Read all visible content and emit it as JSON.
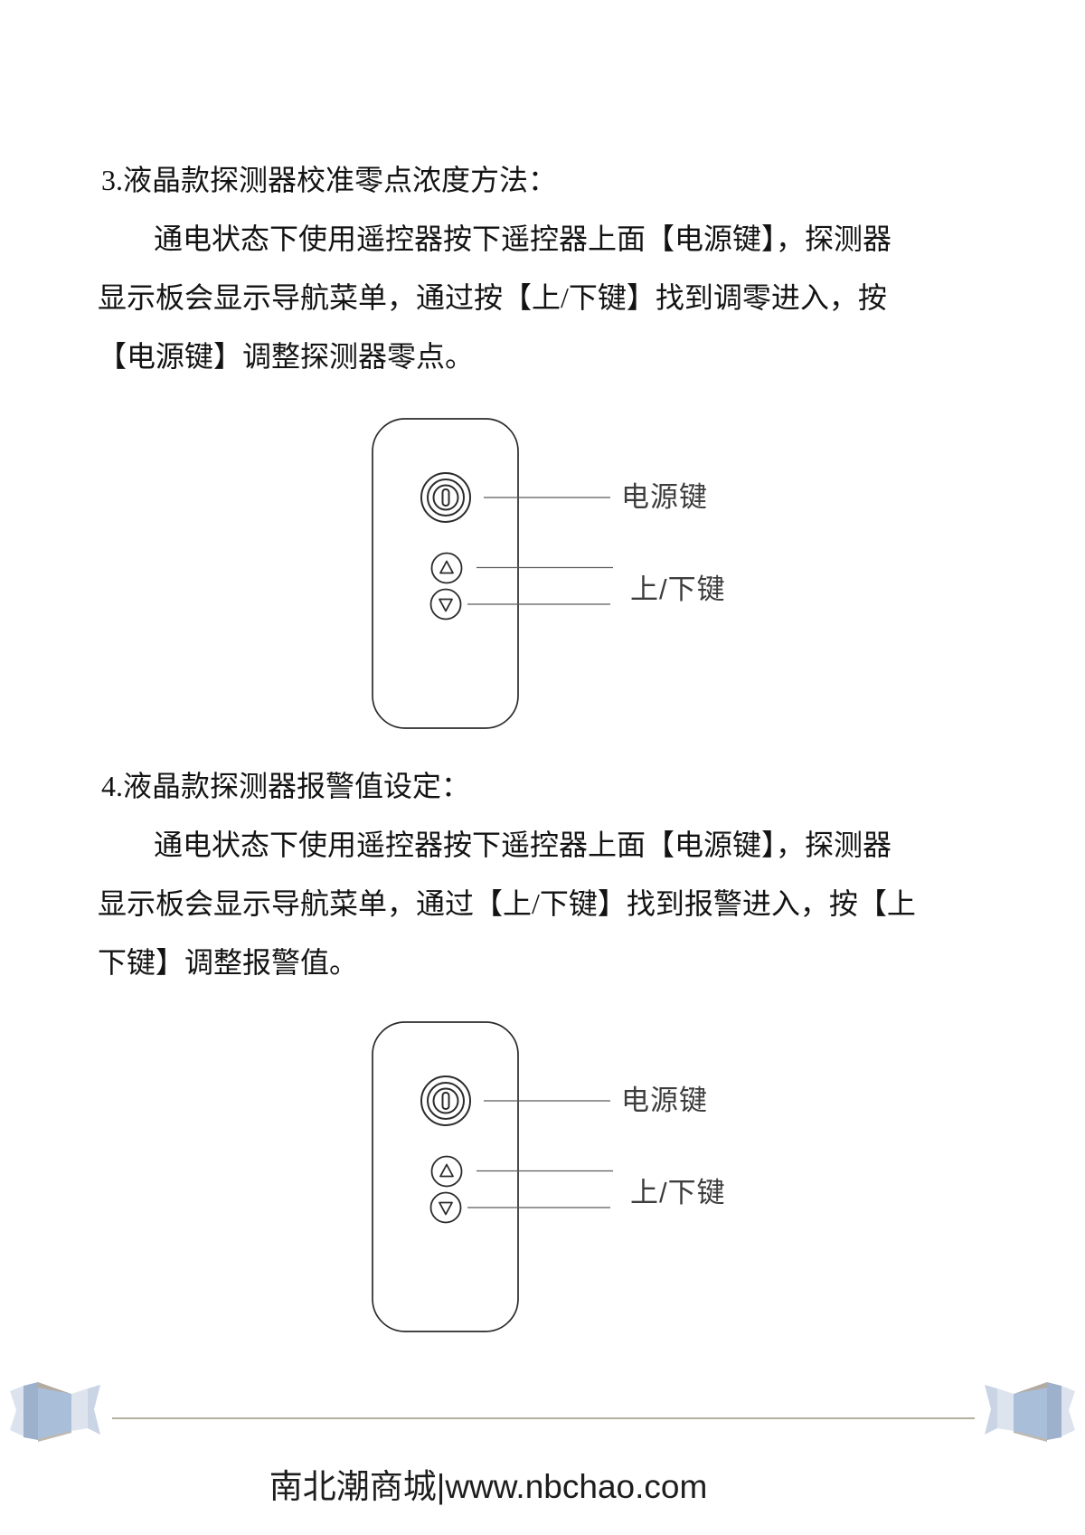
{
  "doc": {
    "section3": {
      "heading": "3.液晶款探测器校准零点浓度方法：",
      "lines": [
        "通电状态下使用遥控器按下遥控器上面【电源键】，探测器",
        "显示板会显示导航菜单，通过按【上/下键】找到调零进入，按",
        "【电源键】调整探测器零点。"
      ]
    },
    "figure1": {
      "power_label": "电源键",
      "updown_label": "上/下键"
    },
    "section4": {
      "heading": "4.液晶款探测器报警值设定：",
      "lines": [
        "通电状态下使用遥控器按下遥控器上面【电源键】，探测器",
        "显示板会显示导航菜单，通过【上/下键】找到报警进入，按【上",
        "下键】调整报警值。"
      ]
    },
    "figure2": {
      "power_label": "电源键",
      "updown_label": "上/下键"
    },
    "footer": {
      "site": "南北潮商城|www.nbchao.com"
    }
  },
  "colors": {
    "ink": "#131313",
    "line_art": "#2b2b2b",
    "callout_line": "#5a5a5a",
    "label_text": "#3d3d3d",
    "divider": "#b3b19b",
    "ornament_pale": "#dce3ee",
    "ornament_light": "#c9d4e5",
    "ornament_mid": "#a9bed9",
    "ornament_steel": "#9db0cc",
    "ornament_tan": "#b3aba2"
  }
}
